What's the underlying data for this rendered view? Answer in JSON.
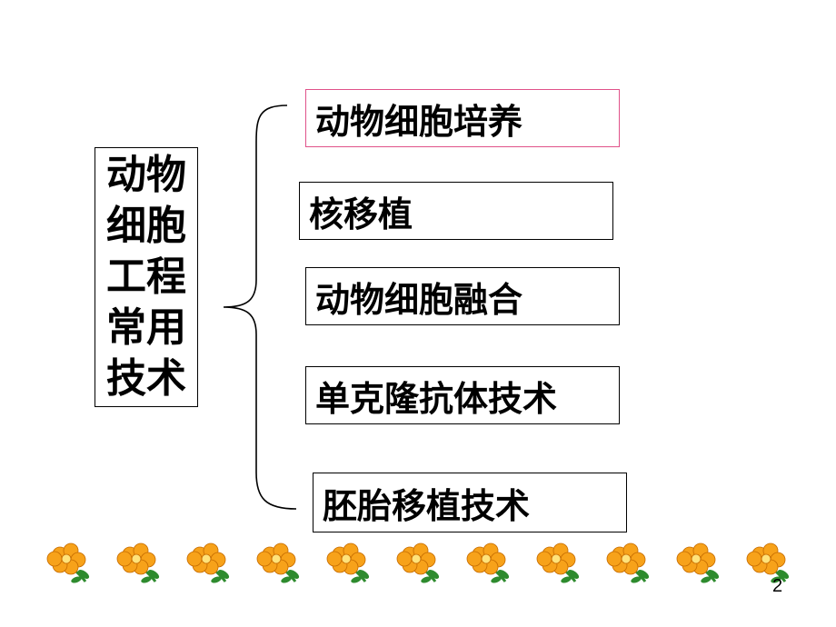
{
  "diagram": {
    "main_label": "动物细胞工程常用技术",
    "branches": [
      {
        "label": "动物细胞培养"
      },
      {
        "label": "核移植"
      },
      {
        "label": "动物细胞融合"
      },
      {
        "label": "单克隆抗体技术"
      },
      {
        "label": "胚胎移植技术"
      }
    ],
    "highlight_color": "#e0528a"
  },
  "decoration": {
    "flower_icon": "orange-flower-icon",
    "flower_count": 11,
    "petal_color": "#f7a21a",
    "leaf_color": "#2e8b2e"
  },
  "page_number": "2"
}
